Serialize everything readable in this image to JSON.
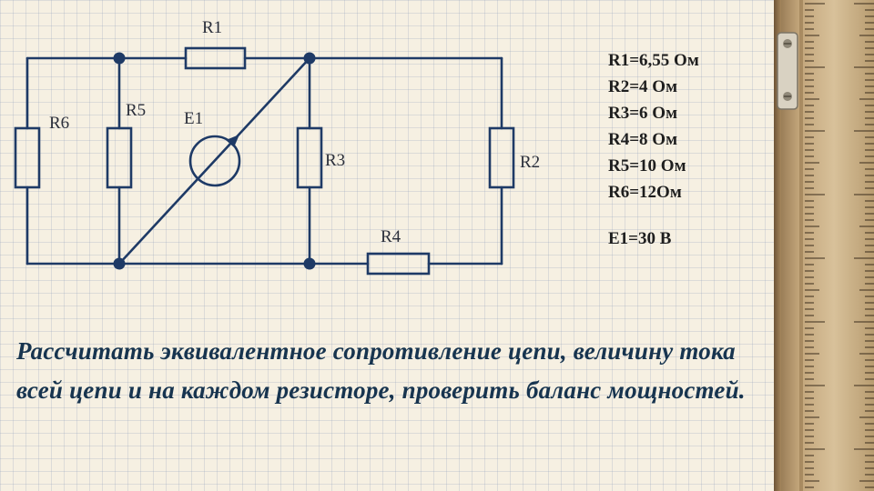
{
  "circuit": {
    "labels": {
      "r1": "R1",
      "r2": "R2",
      "r3": "R3",
      "r4": "R4",
      "r5": "R5",
      "r6": "R6",
      "e1": "E1"
    }
  },
  "values": {
    "r1": "R1=6,55 Ом",
    "r2": "R2=4 Ом",
    "r3": "R3=6 Ом",
    "r4": "R4=8 Ом",
    "r5": "R5=10 Ом",
    "r6": "R6=12Ом",
    "e1": "E1=30 В"
  },
  "task": {
    "text": "Рассчитать эквивалентное сопротивление цепи, величину тока всей цепи и на каждом резисторе, проверить баланс мощностей."
  },
  "colors": {
    "wire": "#1e3a66",
    "text": "#17344f",
    "background": "#f6f0e2"
  }
}
